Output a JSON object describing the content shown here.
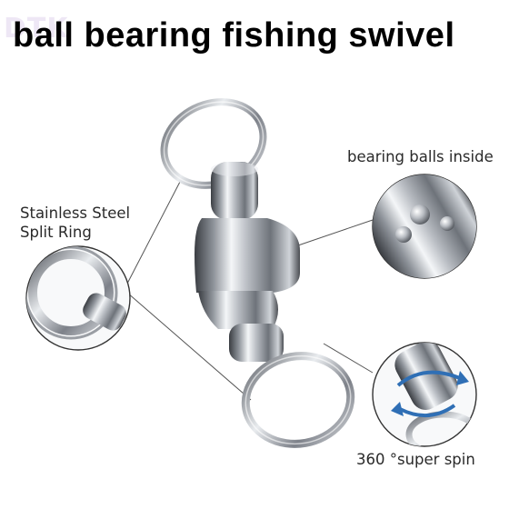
{
  "brand": "DTK",
  "title": "ball bearing fishing swivel",
  "callouts": {
    "ring_line1": "Stainless Steel",
    "ring_line2": "Split Ring",
    "bearing": "bearing balls inside",
    "spin": "360 °super spin"
  },
  "colors": {
    "title": "#000000",
    "accent_arrow": "#2f6fb5",
    "callout_line": "#555555"
  }
}
